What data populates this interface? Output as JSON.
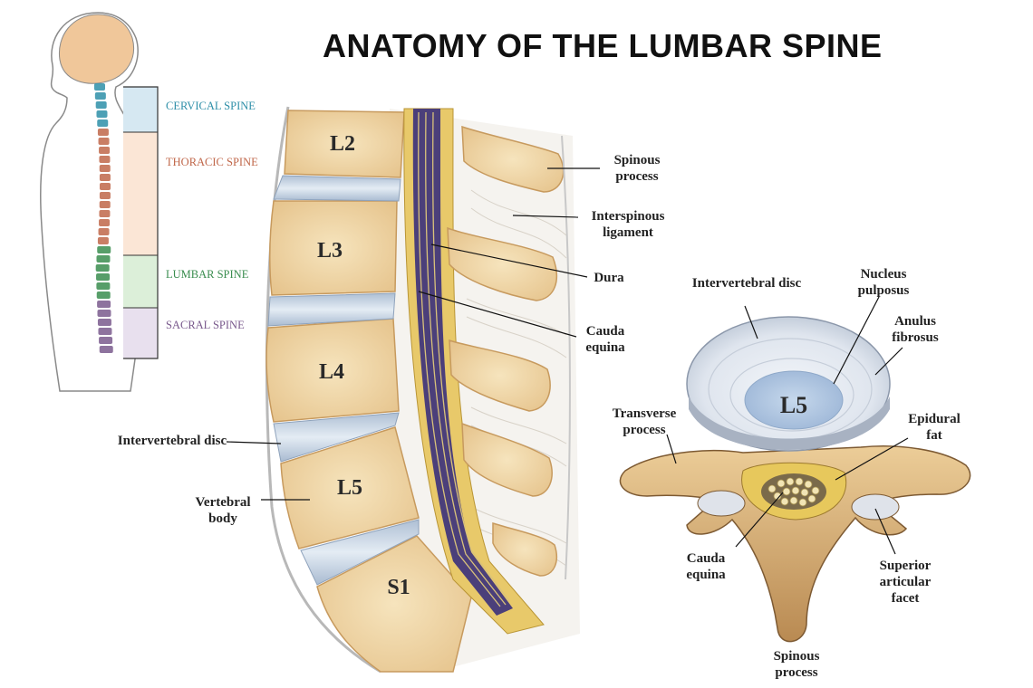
{
  "title": "ANATOMY OF THE LUMBAR SPINE",
  "colors": {
    "bone": "#f1d9a8",
    "bone_dark": "#d9a866",
    "disc": "#c9d6e6",
    "cord": "#4b3f7a",
    "cervical": "#2e8fa8",
    "thoracic": "#c0674a",
    "lumbar": "#3a8d4f",
    "sacral": "#7a5a8d"
  },
  "regions": {
    "cervical": "CERVICAL SPINE",
    "thoracic": "THORACIC SPINE",
    "lumbar": "LUMBAR SPINE",
    "sacral": "SACRAL SPINE"
  },
  "vertebrae": {
    "l2": "L2",
    "l3": "L3",
    "l4": "L4",
    "l5": "L5",
    "s1": "S1",
    "l5_axial": "L5"
  },
  "labels": {
    "spinous_process": "Spinous process",
    "interspinous_ligament": "Interspinous ligament",
    "dura": "Dura",
    "cauda_equina": "Cauda equina",
    "intervertebral_disc": "Intervertebral disc",
    "vertebral_body": "Vertebral body",
    "axial_intervertebral_disc": "Intervertebral disc",
    "nucleus_pulposus": "Nucleus pulposus",
    "anulus_fibrosus": "Anulus fibrosus",
    "transverse_process": "Transverse process",
    "epidural_fat": "Epidural fat",
    "axial_cauda_equina": "Cauda equina",
    "superior_articular_facet": "Superior articular facet",
    "axial_spinous_process": "Spinous process"
  }
}
